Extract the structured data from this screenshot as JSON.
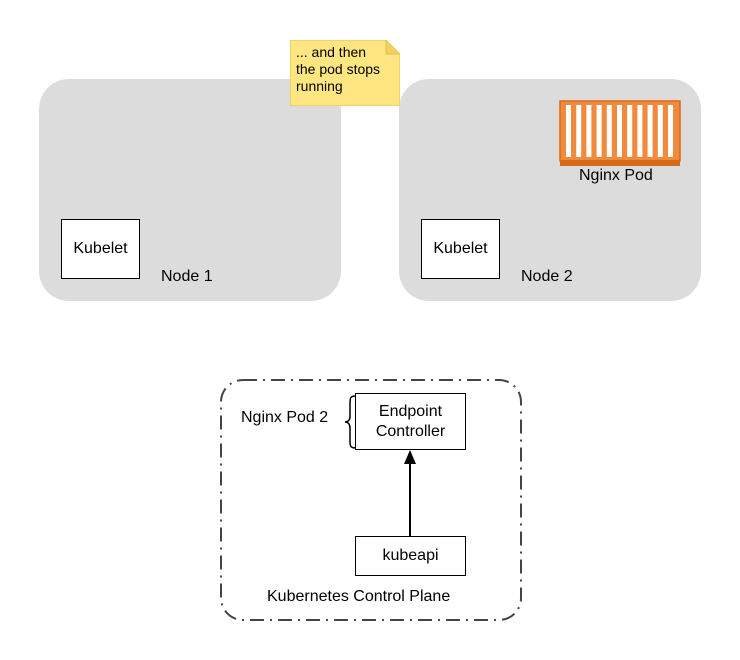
{
  "note": {
    "text": "... and then\nthe pod stops\nrunning",
    "color": "#ffe680"
  },
  "node1": {
    "kubelet": "Kubelet",
    "name": "Node 1"
  },
  "node2": {
    "kubelet": "Kubelet",
    "name": "Node 2",
    "pod_label": "Nginx Pod",
    "pod_color": "#f08a3c"
  },
  "control_plane": {
    "title": "Kubernetes Control Plane",
    "endpoint_controller": "Endpoint\nController",
    "kubeapi": "kubeapi",
    "annotation": "Nginx Pod 2"
  },
  "colors": {
    "node_bg": "#dcdcdc",
    "pod_orange": "#f08a3c"
  }
}
